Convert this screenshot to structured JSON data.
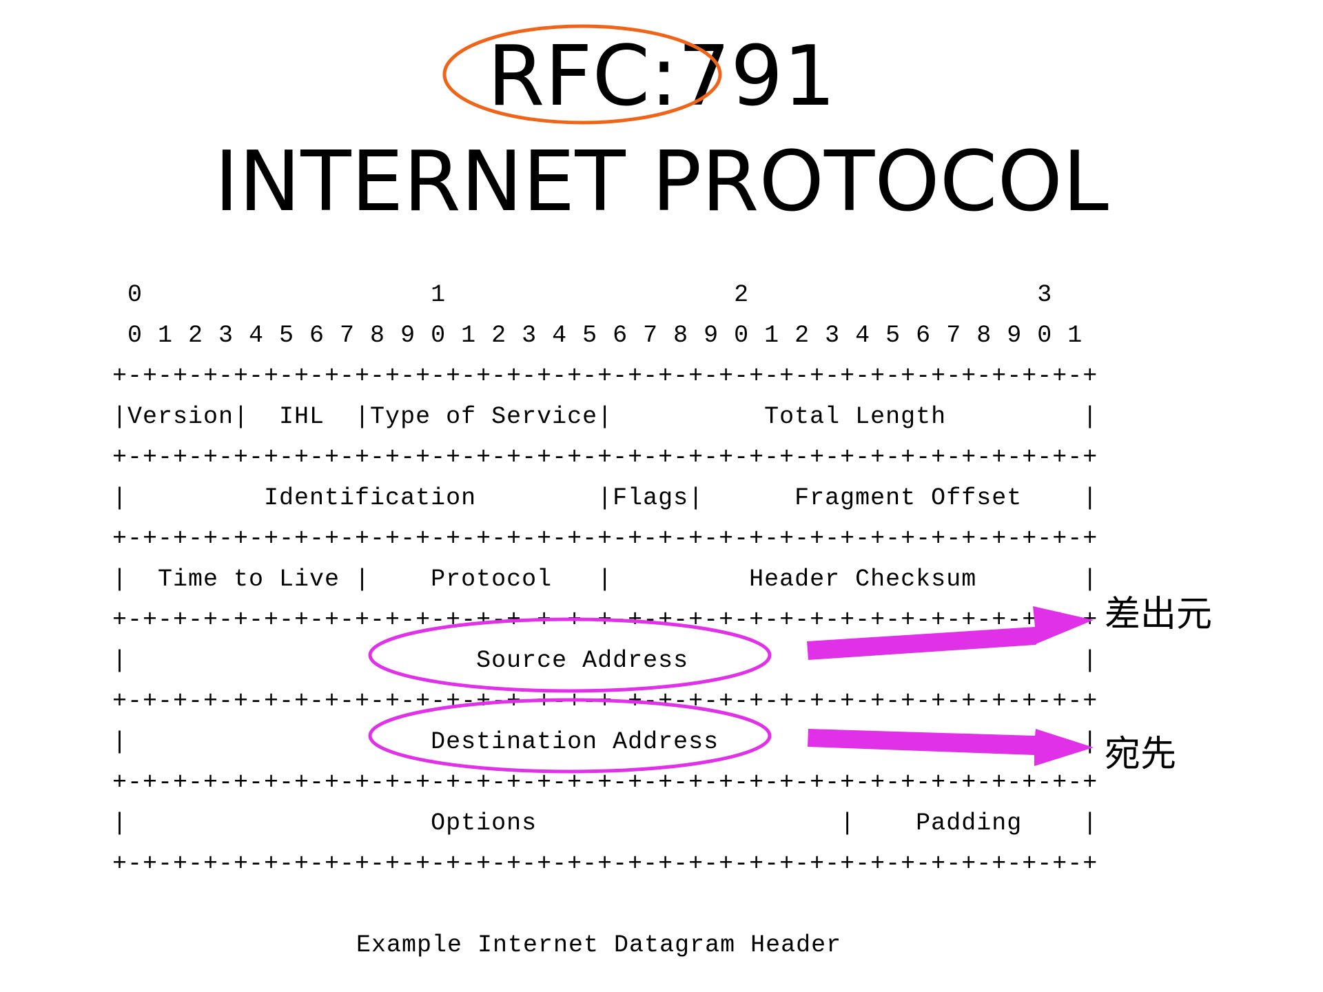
{
  "title": {
    "rfc": "RFC:791",
    "main": "INTERNET PROTOCOL"
  },
  "diagram": {
    "tens_row": " 0                   1                   2                   3",
    "bits_row": " 0 1 2 3 4 5 6 7 8 9 0 1 2 3 4 5 6 7 8 9 0 1 2 3 4 5 6 7 8 9 0 1",
    "separator": "+-+-+-+-+-+-+-+-+-+-+-+-+-+-+-+-+-+-+-+-+-+-+-+-+-+-+-+-+-+-+-+-+",
    "rows": [
      "|Version|  IHL  |Type of Service|          Total Length         |",
      "|         Identification        |Flags|      Fragment Offset    |",
      "|  Time to Live |    Protocol   |         Header Checksum       |",
      "|                       Source Address                          |",
      "|                    Destination Address                        |",
      "|                    Options                    |    Padding    |"
    ],
    "caption": "Example Internet Datagram Header"
  },
  "annotations": {
    "source_label": "差出元",
    "destination_label": "宛先"
  },
  "colors": {
    "rfc_highlight": "#f06418",
    "address_highlight": "#e030e8",
    "arrow": "#e030e8",
    "text": "#000000"
  }
}
